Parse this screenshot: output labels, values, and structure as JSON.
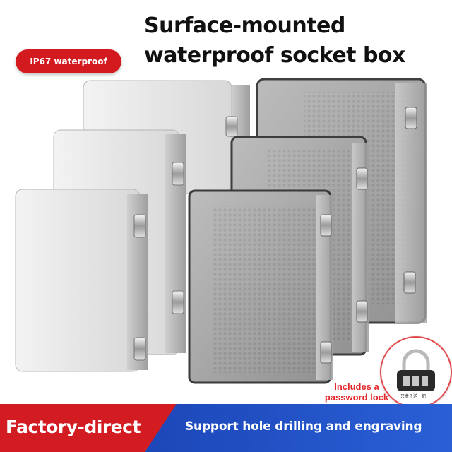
{
  "headline": {
    "line1": "Surface-mounted",
    "line2": "waterproof socket box"
  },
  "badge": {
    "label": "IP67 waterproof"
  },
  "lock": {
    "callout": "Includes a password lock",
    "caption": "一只盒子送一把"
  },
  "banner": {
    "left": "Factory-direct",
    "right": "Support hole drilling and engraving"
  },
  "colors": {
    "red": "#d21c22",
    "blue": "#1c47b8",
    "callout_red": "#e3262b"
  }
}
